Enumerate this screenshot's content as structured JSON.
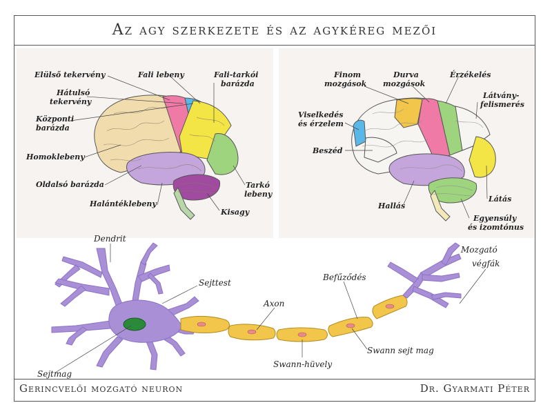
{
  "title": "Az agy szerkezete és az agykéreg mezői",
  "footer": {
    "left": "Gerincvelői mozgató neuron",
    "right": "Dr. Gyarmati Péter"
  },
  "brain_left": {
    "labels": {
      "elulso": "Elülső tekervény",
      "hatulso_1": "Hátulsó",
      "hatulso_2": "tekervény",
      "kozponti_1": "Központi",
      "kozponti_2": "barázda",
      "homok": "Homoklebeny",
      "oldalso": "Oldalsó barázda",
      "halanték": "Halántéklebeny",
      "fali": "Fali lebeny",
      "falitarkoi_1": "Fali-tarkói",
      "falitarkoi_2": "barázda",
      "tarko_1": "Tarkó",
      "tarko_2": "lebeny",
      "kisagy": "Kisagy"
    }
  },
  "brain_right": {
    "labels": {
      "finom_1": "Finom",
      "finom_2": "mozgások",
      "durva_1": "Durva",
      "durva_2": "mozgások",
      "erzekeles": "Érzékelés",
      "latvany_1": "Látvány-",
      "latvany_2": "felismerés",
      "viselkedes_1": "Viselkedés",
      "viselkedes_2": "és érzelem",
      "beszed": "Beszéd",
      "hallas": "Hallás",
      "latas": "Látás",
      "egyensuly_1": "Egyensúly",
      "egyensuly_2": "és izomtónus"
    }
  },
  "neuron": {
    "labels": {
      "dendrit": "Dendrit",
      "sejttest": "Sejttest",
      "sejtmag": "Sejtmag",
      "axon": "Axon",
      "befuzodes": "Befűződés",
      "swann_huvely": "Swann-hüvely",
      "swann_mag": "Swann sejt mag",
      "mozgato_1": "Mozgató",
      "mozgato_2": "végfák"
    }
  },
  "colors": {
    "frontal": "#f1dcae",
    "motor": "#f07aa6",
    "sensory": "#5ab8e8",
    "parietal": "#f3e545",
    "occipital": "#9fd47f",
    "temporal": "#c4a6dc",
    "cerebellum": "#a04aa0",
    "neuron": "#a98fd6",
    "myelin": "#f2c64a",
    "nucleus": "#2a8a3a"
  }
}
